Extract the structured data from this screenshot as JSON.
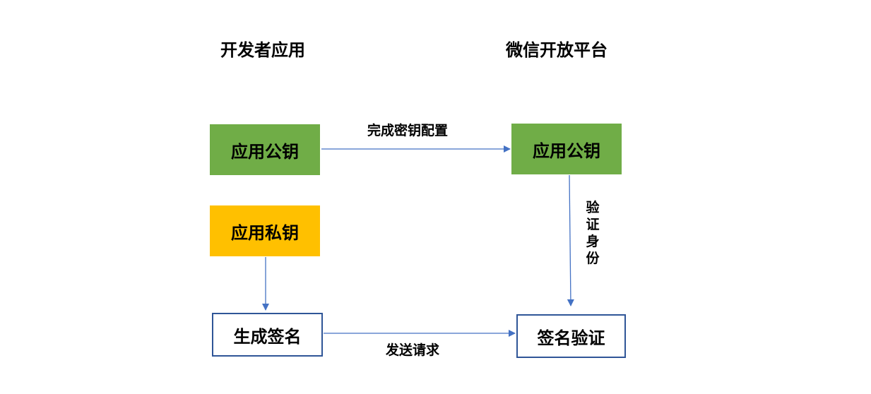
{
  "columns": {
    "left_title": "开发者应用",
    "right_title": "微信开放平台"
  },
  "nodes": {
    "dev_public_key": "应用公钥",
    "dev_private_key": "应用私钥",
    "generate_signature": "生成签名",
    "platform_public_key": "应用公钥",
    "verify_signature": "签名验证"
  },
  "edges": {
    "configure_key": "完成密钥配置",
    "verify_identity": "验证身份",
    "send_request": "发送请求"
  },
  "colors": {
    "public_key_fill": "#70ad47",
    "private_key_fill": "#ffc000",
    "outline_border": "#2f5597",
    "arrow": "#4472c4"
  }
}
